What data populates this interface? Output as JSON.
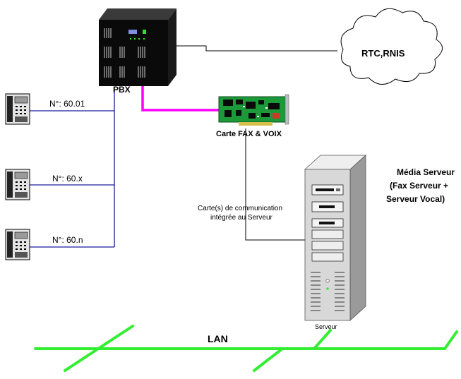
{
  "labels": {
    "pbx": "PBX",
    "network": "RTC,RNIS",
    "card": "Carte FAX & VOIX",
    "integrated_card_line1": "Carte(s) de communication",
    "integrated_card_line2": "intégrée au Serveur",
    "media_server_line1": "Média Serveur",
    "media_server_line2": "(Fax Serveur +",
    "media_server_line3": "Serveur Vocal)",
    "server": "Serveur",
    "lan": "LAN"
  },
  "phones": [
    {
      "number": "N°: 60.01"
    },
    {
      "number": "N°: 60.x"
    },
    {
      "number": "N°: 60.n"
    }
  ],
  "colors": {
    "phone_line": "#1a1aa0",
    "pbx_card_link": "#ff00ff",
    "lan": "#33ee33",
    "card_board": "#1c9a3a",
    "server_body": "#d8d8d8",
    "pbx_body": "#0a0a0a"
  }
}
